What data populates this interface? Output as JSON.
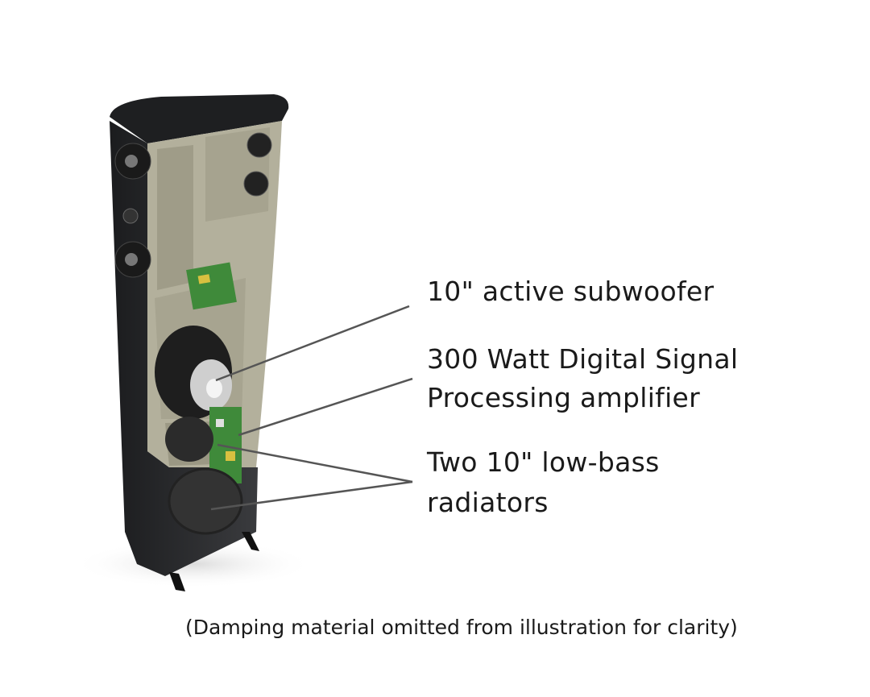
{
  "labels": {
    "subwoofer": "10\" active subwoofer",
    "amplifier_line1": "300 Watt Digital Signal",
    "amplifier_line2": "Processing amplifier",
    "radiators_line1": "Two 10\" low-bass",
    "radiators_line2": "radiators"
  },
  "caption": "(Damping material omitted from illustration for clarity)",
  "colors": {
    "cabinet": "#2a2b2d",
    "interior": "#b3b09c",
    "board": "#3f8a3a",
    "leader_line": "#555555"
  }
}
